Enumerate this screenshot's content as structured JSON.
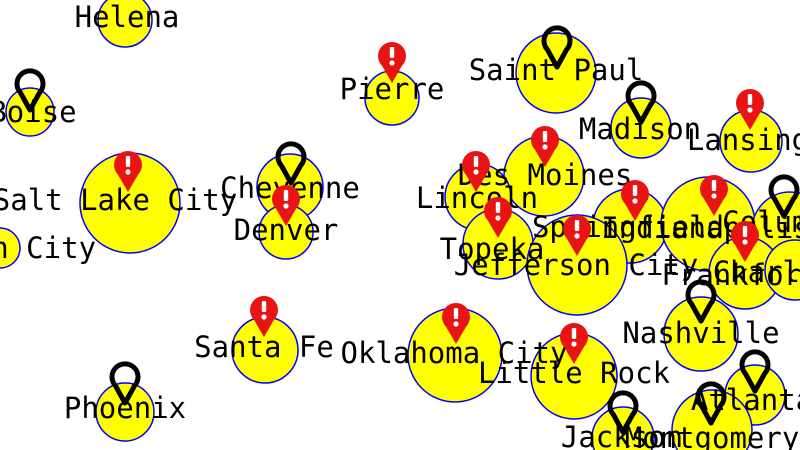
{
  "map": {
    "circle_fill": "#ffff00",
    "circle_stroke": "#0000ff",
    "alert_marker_color": "#e81414",
    "pin_marker_color": "#000000",
    "cities": [
      {
        "name": "Helena",
        "marker": "pin-icon"
      },
      {
        "name": "Boise",
        "marker": "pin-icon"
      },
      {
        "name": "Salt Lake City",
        "marker": "alert-icon"
      },
      {
        "name": "Carson City",
        "marker": "none"
      },
      {
        "name": "Cheyenne",
        "marker": "pin-icon"
      },
      {
        "name": "Denver",
        "marker": "alert-icon"
      },
      {
        "name": "Pierre",
        "marker": "alert-icon"
      },
      {
        "name": "Saint Paul",
        "marker": "pin-icon"
      },
      {
        "name": "Madison",
        "marker": "pin-icon"
      },
      {
        "name": "Lansing",
        "marker": "alert-icon"
      },
      {
        "name": "Des Moines",
        "marker": "alert-icon"
      },
      {
        "name": "Lincoln",
        "marker": "alert-icon"
      },
      {
        "name": "Topeka",
        "marker": "alert-icon"
      },
      {
        "name": "Springfield",
        "marker": "alert-icon"
      },
      {
        "name": "Jefferson City",
        "marker": "alert-icon"
      },
      {
        "name": "Indianapolis",
        "marker": "alert-icon"
      },
      {
        "name": "Columbus",
        "marker": "pin-icon"
      },
      {
        "name": "Frankfort",
        "marker": "alert-icon"
      },
      {
        "name": "Charleston",
        "marker": "alert-icon"
      },
      {
        "name": "Nashville",
        "marker": "pin-icon"
      },
      {
        "name": "Santa Fe",
        "marker": "alert-icon"
      },
      {
        "name": "Oklahoma City",
        "marker": "alert-icon"
      },
      {
        "name": "Little Rock",
        "marker": "alert-icon"
      },
      {
        "name": "Phoenix",
        "marker": "pin-icon"
      },
      {
        "name": "Atlanta",
        "marker": "pin-icon"
      },
      {
        "name": "Jackson",
        "marker": "pin-icon"
      },
      {
        "name": "Montgomery",
        "marker": "pin-icon"
      }
    ]
  }
}
